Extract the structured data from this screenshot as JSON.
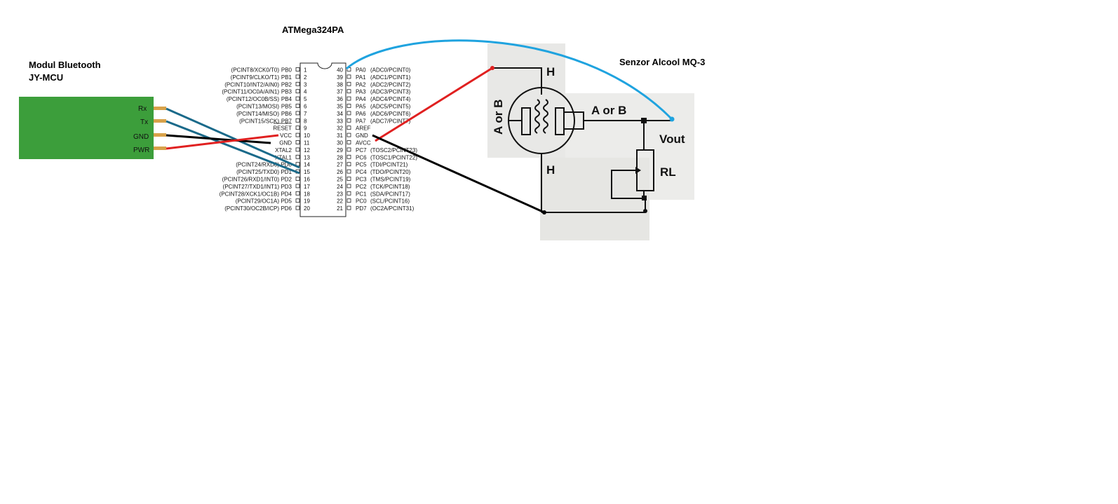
{
  "titles": {
    "bluetooth_line1": "Modul Bluetooth",
    "bluetooth_line2": "JY-MCU",
    "mcu": "ATMega324PA",
    "sensor": "Senzor Alcool MQ-3"
  },
  "bluetooth": {
    "pins": [
      "Rx",
      "Tx",
      "GND",
      "PWR"
    ],
    "color": "#3c9e3b",
    "pin_color": "#d8a24a"
  },
  "mcu": {
    "left_pins": [
      {
        "num": "1",
        "name": "PB0",
        "alt": "(PCINT8/XCK0/T0)"
      },
      {
        "num": "2",
        "name": "PB1",
        "alt": "(PCINT9/CLKO/T1)"
      },
      {
        "num": "3",
        "name": "PB2",
        "alt": "(PCINT10/INT2/AIN0)"
      },
      {
        "num": "4",
        "name": "PB3",
        "alt": "(PCINT11/OC0A/AIN1)"
      },
      {
        "num": "5",
        "name": "PB4",
        "alt": "(PCINT12/OC0B/SS)"
      },
      {
        "num": "6",
        "name": "PB5",
        "alt": "(PCINT13/MOSI)"
      },
      {
        "num": "7",
        "name": "PB6",
        "alt": "(PCINT14/MISO)"
      },
      {
        "num": "8",
        "name": "PB7",
        "alt": "(PCINT15/SCK)"
      },
      {
        "num": "9",
        "name": "RESET",
        "alt": ""
      },
      {
        "num": "10",
        "name": "VCC",
        "alt": ""
      },
      {
        "num": "11",
        "name": "GND",
        "alt": ""
      },
      {
        "num": "12",
        "name": "XTAL2",
        "alt": ""
      },
      {
        "num": "13",
        "name": "XTAL1",
        "alt": ""
      },
      {
        "num": "14",
        "name": "PD0",
        "alt": "(PCINT24/RXD0)"
      },
      {
        "num": "15",
        "name": "PD1",
        "alt": "(PCINT25/TXD0)"
      },
      {
        "num": "16",
        "name": "PD2",
        "alt": "(PCINT26/RXD1/INT0)"
      },
      {
        "num": "17",
        "name": "PD3",
        "alt": "(PCINT27/TXD1/INT1)"
      },
      {
        "num": "18",
        "name": "PD4",
        "alt": "(PCINT28/XCK1/OC1B)"
      },
      {
        "num": "19",
        "name": "PD5",
        "alt": "(PCINT29/OC1A)"
      },
      {
        "num": "20",
        "name": "PD6",
        "alt": "(PCINT30/OC2B/ICP)"
      }
    ],
    "right_pins": [
      {
        "num": "40",
        "name": "PA0",
        "alt": "(ADC0/PCINT0)"
      },
      {
        "num": "39",
        "name": "PA1",
        "alt": "(ADC1/PCINT1)"
      },
      {
        "num": "38",
        "name": "PA2",
        "alt": "(ADC2/PCINT2)"
      },
      {
        "num": "37",
        "name": "PA3",
        "alt": "(ADC3/PCINT3)"
      },
      {
        "num": "36",
        "name": "PA4",
        "alt": "(ADC4/PCINT4)"
      },
      {
        "num": "35",
        "name": "PA5",
        "alt": "(ADC5/PCINT5)"
      },
      {
        "num": "34",
        "name": "PA6",
        "alt": "(ADC6/PCINT6)"
      },
      {
        "num": "33",
        "name": "PA7",
        "alt": "(ADC7/PCINT7)"
      },
      {
        "num": "32",
        "name": "AREF",
        "alt": ""
      },
      {
        "num": "31",
        "name": "GND",
        "alt": ""
      },
      {
        "num": "30",
        "name": "AVCC",
        "alt": ""
      },
      {
        "num": "29",
        "name": "PC7",
        "alt": "(TOSC2/PCINT23)"
      },
      {
        "num": "28",
        "name": "PC6",
        "alt": "(TOSC1/PCINT22)"
      },
      {
        "num": "27",
        "name": "PC5",
        "alt": "(TDI/PCINT21)"
      },
      {
        "num": "26",
        "name": "PC4",
        "alt": "(TDO/PCINT20)"
      },
      {
        "num": "25",
        "name": "PC3",
        "alt": "(TMS/PCINT19)"
      },
      {
        "num": "24",
        "name": "PC2",
        "alt": "(TCK/PCINT18)"
      },
      {
        "num": "23",
        "name": "PC1",
        "alt": "(SDA/PCINT17)"
      },
      {
        "num": "22",
        "name": "PC0",
        "alt": "(SCL/PCINT16)"
      },
      {
        "num": "21",
        "name": "PD7",
        "alt": "(OC2A/PCINT31)"
      }
    ]
  },
  "sensor": {
    "heater_top": "H",
    "heater_bottom": "H",
    "electrode_left": "A or B",
    "electrode_right": "A or B",
    "output": "Vout",
    "load_resistor": "RL"
  },
  "wires": {
    "vcc_color": "#e02020",
    "gnd_color": "#000000",
    "data_color": "#1a6a8a",
    "signal_color": "#1fa3df"
  }
}
